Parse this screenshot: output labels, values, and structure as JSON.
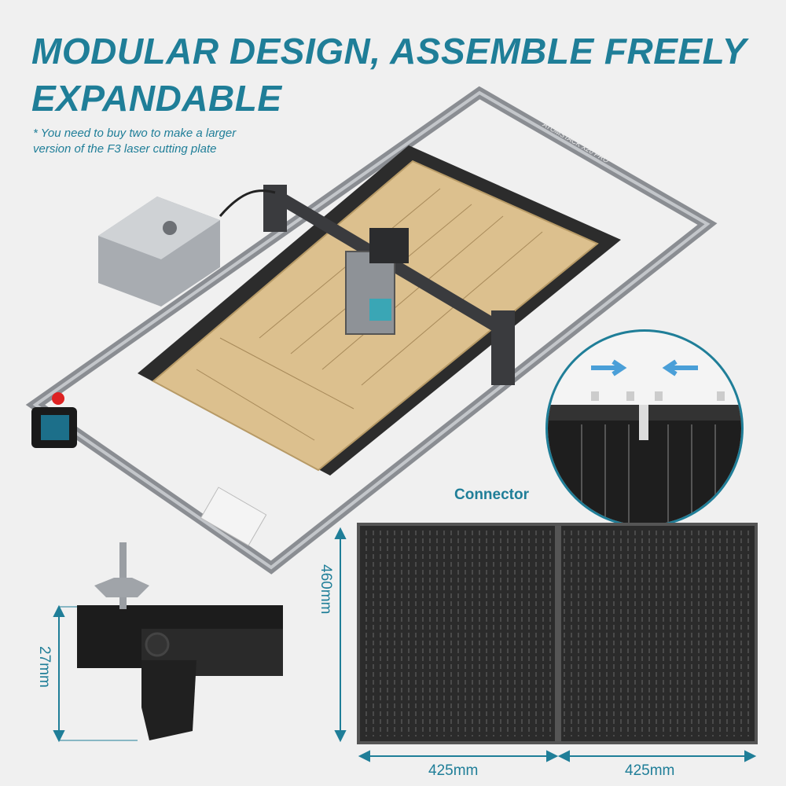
{
  "title": {
    "line1": "MODULAR DESIGN, ASSEMBLE FREELY",
    "line2": "EXPANDABLE"
  },
  "note": "* You need to buy two to make a larger version of the F3 laser cutting plate",
  "machine": {
    "brand_text": "ATOMSTACK X20 PRO"
  },
  "labels": {
    "connector": "Connector",
    "height": "460mm",
    "width_left": "425mm",
    "width_right": "425mm",
    "clamp_height": "27mm"
  },
  "colors": {
    "accent": "#1f7e98",
    "background": "#f0f0f0",
    "wood": "#dcc08e",
    "honeycomb": "#2a2a2a"
  }
}
